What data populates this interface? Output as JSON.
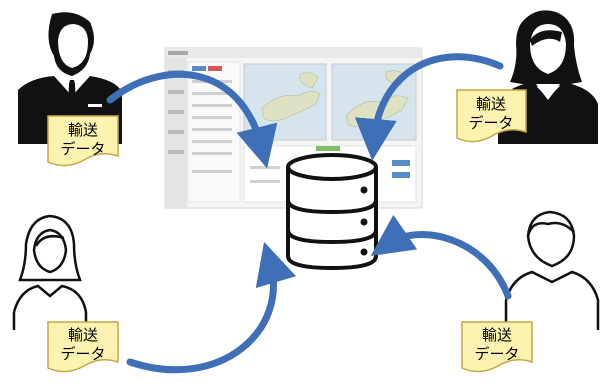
{
  "notes": [
    {
      "line1": "輸送",
      "line2": "データ"
    },
    {
      "line1": "輸送",
      "line2": "データ"
    },
    {
      "line1": "輸送",
      "line2": "データ"
    },
    {
      "line1": "輸送",
      "line2": "データ"
    }
  ],
  "colors": {
    "arrow": "#3f6fb6",
    "note_fill": "#fdf3b0",
    "note_stroke": "#c9a642",
    "figure": "#111111",
    "database": "#111111"
  },
  "icons": [
    "businessman-icon",
    "businesswoman-icon",
    "woman-icon",
    "man-icon",
    "database-icon",
    "app-screenshot"
  ]
}
